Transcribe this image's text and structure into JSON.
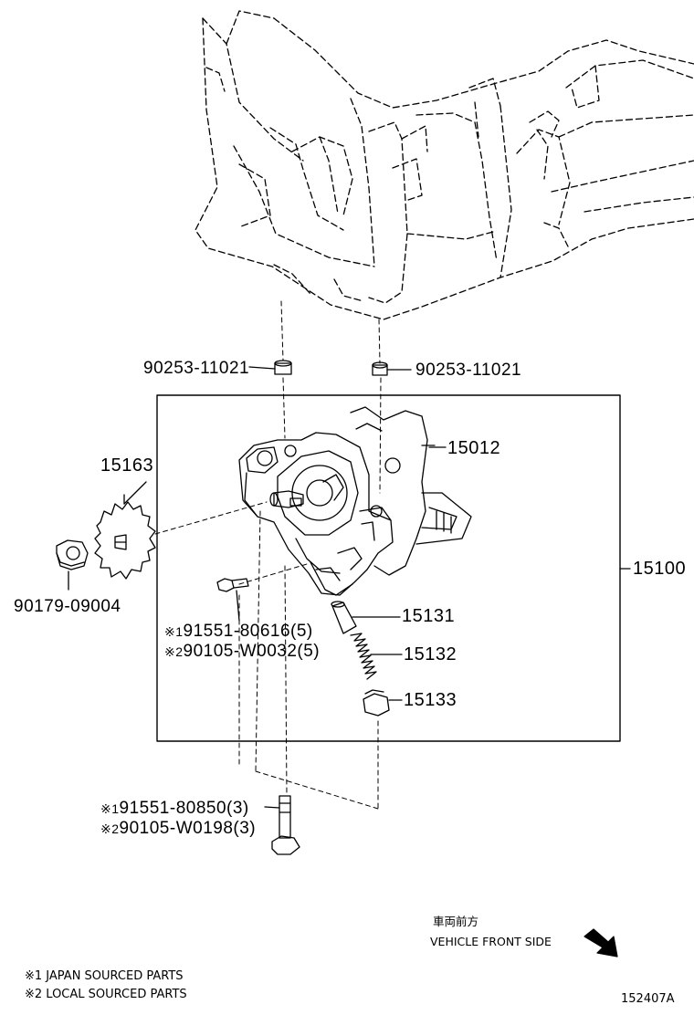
{
  "parts": {
    "bushing_left": "90253-11021",
    "bushing_right": "90253-11021",
    "gasket": "15012",
    "sprocket": "15163",
    "assembly": "15100",
    "nut": "90179-09004",
    "pump_bolt_jp": "91551-80616(5)",
    "pump_bolt_local": "90105-W0032(5)",
    "relief_valve": "15131",
    "spring": "15132",
    "plug": "15133",
    "long_bolt_jp": "91551-80850(3)",
    "long_bolt_local": "90105-W0198(3)"
  },
  "marks": {
    "m1": "※1",
    "m2": "※2"
  },
  "direction": {
    "label_jp": "車両前方",
    "label_en": "VEHICLE FRONT SIDE"
  },
  "legend": {
    "note1": "※1 JAPAN SOURCED PARTS",
    "note2": "※2 LOCAL SOURCED PARTS"
  },
  "diagram_id": "152407A"
}
